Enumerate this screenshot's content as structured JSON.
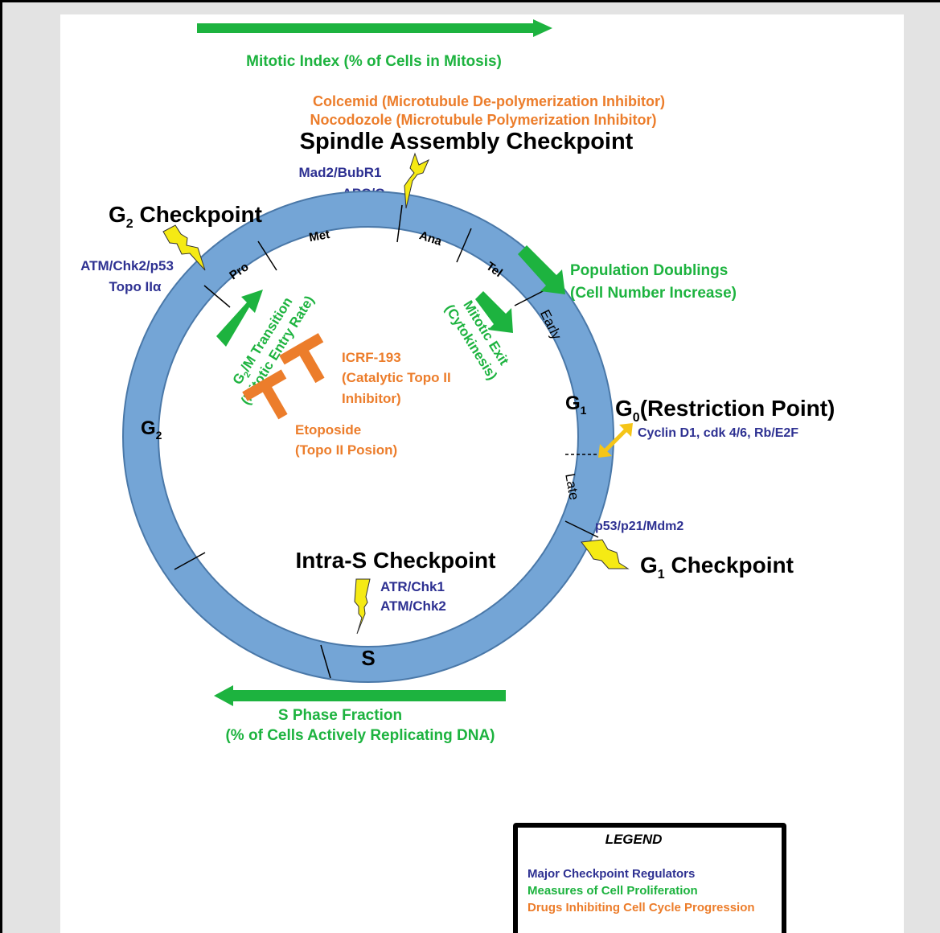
{
  "colors": {
    "regulator": "#2e3192",
    "proliferation": "#1db33f",
    "drug": "#ec7d2b",
    "ring": "#74a5d6",
    "lightning": "#f5ea14",
    "heading": "#000000"
  },
  "icons": [
    "arrow-icon",
    "lightning-icon",
    "inhibitor-t-icon",
    "double-arrow-icon"
  ],
  "top_measure": "Mitotic Index (% of Cells in Mitosis)",
  "drugs": {
    "colcemid": "Colcemid (Microtubule De-polymerization Inhibitor)",
    "nocodozole": "Nocodozole (Microtubule Polymerization Inhibitor)",
    "icrf_line1": "ICRF-193",
    "icrf_line2": "(Catalytic Topo II",
    "icrf_line3": "Inhibitor)",
    "etoposide_line1": "Etoposide",
    "etoposide_line2": "(Topo II Posion)"
  },
  "checkpoints": {
    "spindle": "Spindle Assembly Checkpoint",
    "g2_letter": "G",
    "g2_sub": "2",
    "g2_word": " Checkpoint",
    "g0_letter": "G",
    "g0_sub": "0",
    "g0_word": "(Restriction Point)",
    "g1_letter": "G",
    "g1_sub": "1",
    "g1_word": " Checkpoint",
    "intra_s": "Intra-S Checkpoint"
  },
  "regulators": {
    "spindle_line1": "Mad2/BubR1",
    "spindle_line2": "APC/C",
    "g2_line1": "ATM/Chk2/p53",
    "g2_line2": "Topo IIα",
    "g0": "Cyclin D1,  cdk 4/6,  Rb/E2F",
    "g1": "p53/p21/Mdm2",
    "intra_s_line1": "ATR/Chk1",
    "intra_s_line2": "ATM/Chk2"
  },
  "phases": {
    "pro": "Pro",
    "met": "Met",
    "ana": "Ana",
    "tel": "Tel",
    "early": "Early",
    "late": "Late",
    "g1_letter": "G",
    "g1_sub": "1",
    "g2_letter": "G",
    "g2_sub": "2",
    "s": "S"
  },
  "measures": {
    "population_line1": "Population Doublings",
    "population_line2": "(Cell Number Increase)",
    "g2m_sub": "2",
    "g2m_line1_pre": "G",
    "g2m_line1_post": "/M Transition",
    "g2m_line2": "(Mitotic Entry Rate)",
    "exit_line1": "Mitotic Exit",
    "exit_line2": "(Cytokinesis)",
    "s_phase_line1": "S Phase Fraction",
    "s_phase_line2": "(% of Cells Actively Replicating DNA)"
  },
  "legend": {
    "title": "LEGEND",
    "regulators": "Major Checkpoint Regulators",
    "proliferation": "Measures of Cell Proliferation",
    "drugs": "Drugs Inhibiting Cell Cycle Progression"
  }
}
